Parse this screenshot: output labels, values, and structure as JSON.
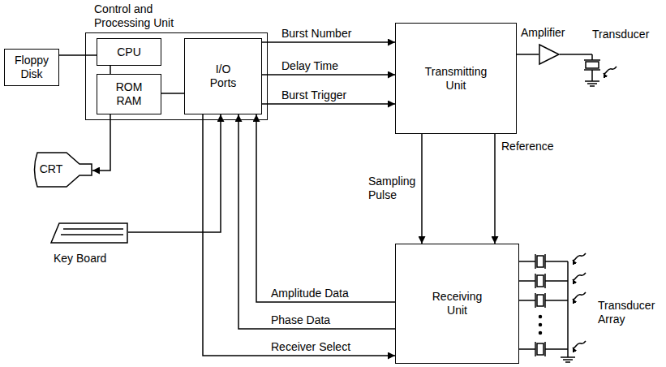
{
  "diagram": {
    "nodes": [
      {
        "text": [
          "Control and Processing Unit"
        ]
      },
      {
        "text": [
          "Floppy Disk"
        ]
      },
      {
        "text": [
          "CPU"
        ],
        "in": 0
      },
      {
        "text": [
          "ROM RAM"
        ],
        "in": 0
      },
      {
        "text": [
          "I/O Ports"
        ],
        "in": 0
      },
      {
        "text": [
          "Transmitting Unit"
        ]
      },
      {
        "text": [
          "Amplifier"
        ]
      },
      {
        "text": [
          "CRT"
        ]
      },
      {
        "text": [
          "Key Board"
        ]
      },
      {
        "text": [
          "Receiving Unit"
        ]
      }
    ],
    "edges": [
      {
        "from": 1,
        "to": 2,
        "arrow": "none"
      },
      {
        "from": 2,
        "to": 3,
        "arrow": "none"
      },
      {
        "from": 3,
        "to": 4,
        "arrow": "none"
      },
      {
        "from": 4,
        "to": 5,
        "label": "Burst Number",
        "arrow": "to"
      },
      {
        "from": 4,
        "to": 5,
        "label": "Delay Time",
        "arrow": "to"
      },
      {
        "from": 4,
        "to": 5,
        "label": "Burst Trigger",
        "arrow": "to"
      },
      {
        "from": 5,
        "to": 6,
        "arrow": "none"
      },
      {
        "from": 5,
        "to": 9,
        "label": "Sampling Pulse",
        "arrow": "to"
      },
      {
        "from": 5,
        "to": 9,
        "label": "Reference",
        "arrow": "to"
      },
      {
        "from": 9,
        "to": 4,
        "label": "Amplitude Data",
        "arrow": "to"
      },
      {
        "from": 9,
        "to": 4,
        "label": "Phase Data",
        "arrow": "to"
      },
      {
        "from": 4,
        "to": 9,
        "label": "Receiver Select",
        "arrow": "to"
      },
      {
        "from": 8,
        "to": 4,
        "arrow": "to"
      },
      {
        "from": 3,
        "to": 7,
        "arrow": "to"
      }
    ],
    "labels": [
      "Transducer",
      "Transducer Array"
    ]
  }
}
